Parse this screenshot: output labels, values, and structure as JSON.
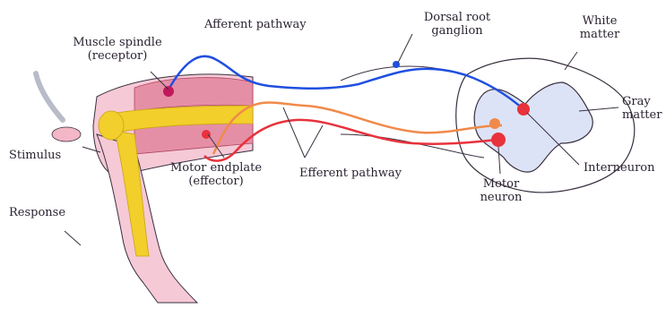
{
  "labels": {
    "afferent": "Afferent pathway",
    "muscle_spindle": "Muscle spindle",
    "receptor": "(receptor)",
    "dorsal_root_1": "Dorsal root",
    "dorsal_root_2": "ganglion",
    "white_1": "White",
    "white_2": "matter",
    "gray_1": "Gray",
    "gray_2": "matter",
    "stimulus": "Stimulus",
    "response": "Response",
    "motor_endplate": "Motor endplate",
    "effector": "(effector)",
    "efferent": "Efferent pathway",
    "interneuron": "Interneuron",
    "motor_neuron_1": "Motor",
    "motor_neuron_2": "neuron"
  },
  "colors": {
    "afferent": "#1f4fe0",
    "efferent": "#e8323c",
    "efferent_outer": "#f08a4a",
    "muscle": "#f2b8c6",
    "bone": "#f2cf2a",
    "gray_matter": "#dde3f6",
    "outline": "#3a3040"
  }
}
